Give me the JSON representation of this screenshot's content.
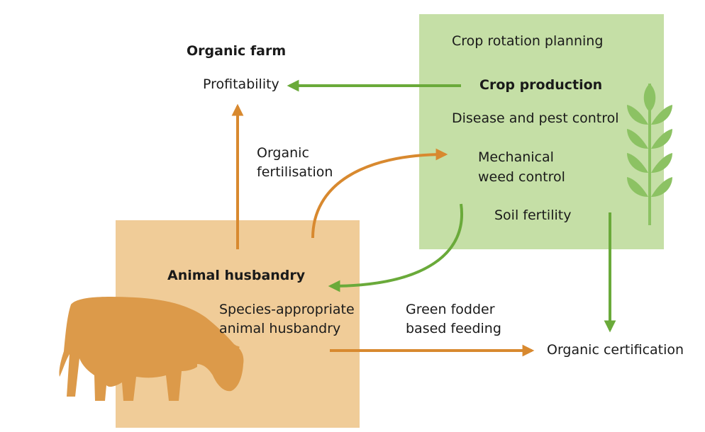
{
  "colors": {
    "crop_box": "#c5dfa6",
    "animal_box": "#f0cc98",
    "green_arrow": "#6aaa3a",
    "orange_arrow": "#d8892f",
    "cow": "#dc9a4a",
    "wheat": "#8cc263"
  },
  "organic_farm": {
    "title": "Organic farm",
    "profitability": "Profitability"
  },
  "crop_production": {
    "title": "Crop production",
    "rotation": "Crop rotation planning",
    "disease": "Disease and pest control",
    "weed_line1": "Mechanical",
    "weed_line2": "weed control",
    "soil": "Soil fertility",
    "icon": "wheat-icon"
  },
  "animal_husbandry": {
    "title": "Animal husbandry",
    "species_line1": "Species-appropriate",
    "species_line2": "animal husbandry",
    "icon": "cow-icon"
  },
  "links": {
    "fertilisation_line1": "Organic",
    "fertilisation_line2": "fertilisation",
    "fodder_line1": "Green fodder",
    "fodder_line2": "based feeding",
    "certification": "Organic certification"
  }
}
